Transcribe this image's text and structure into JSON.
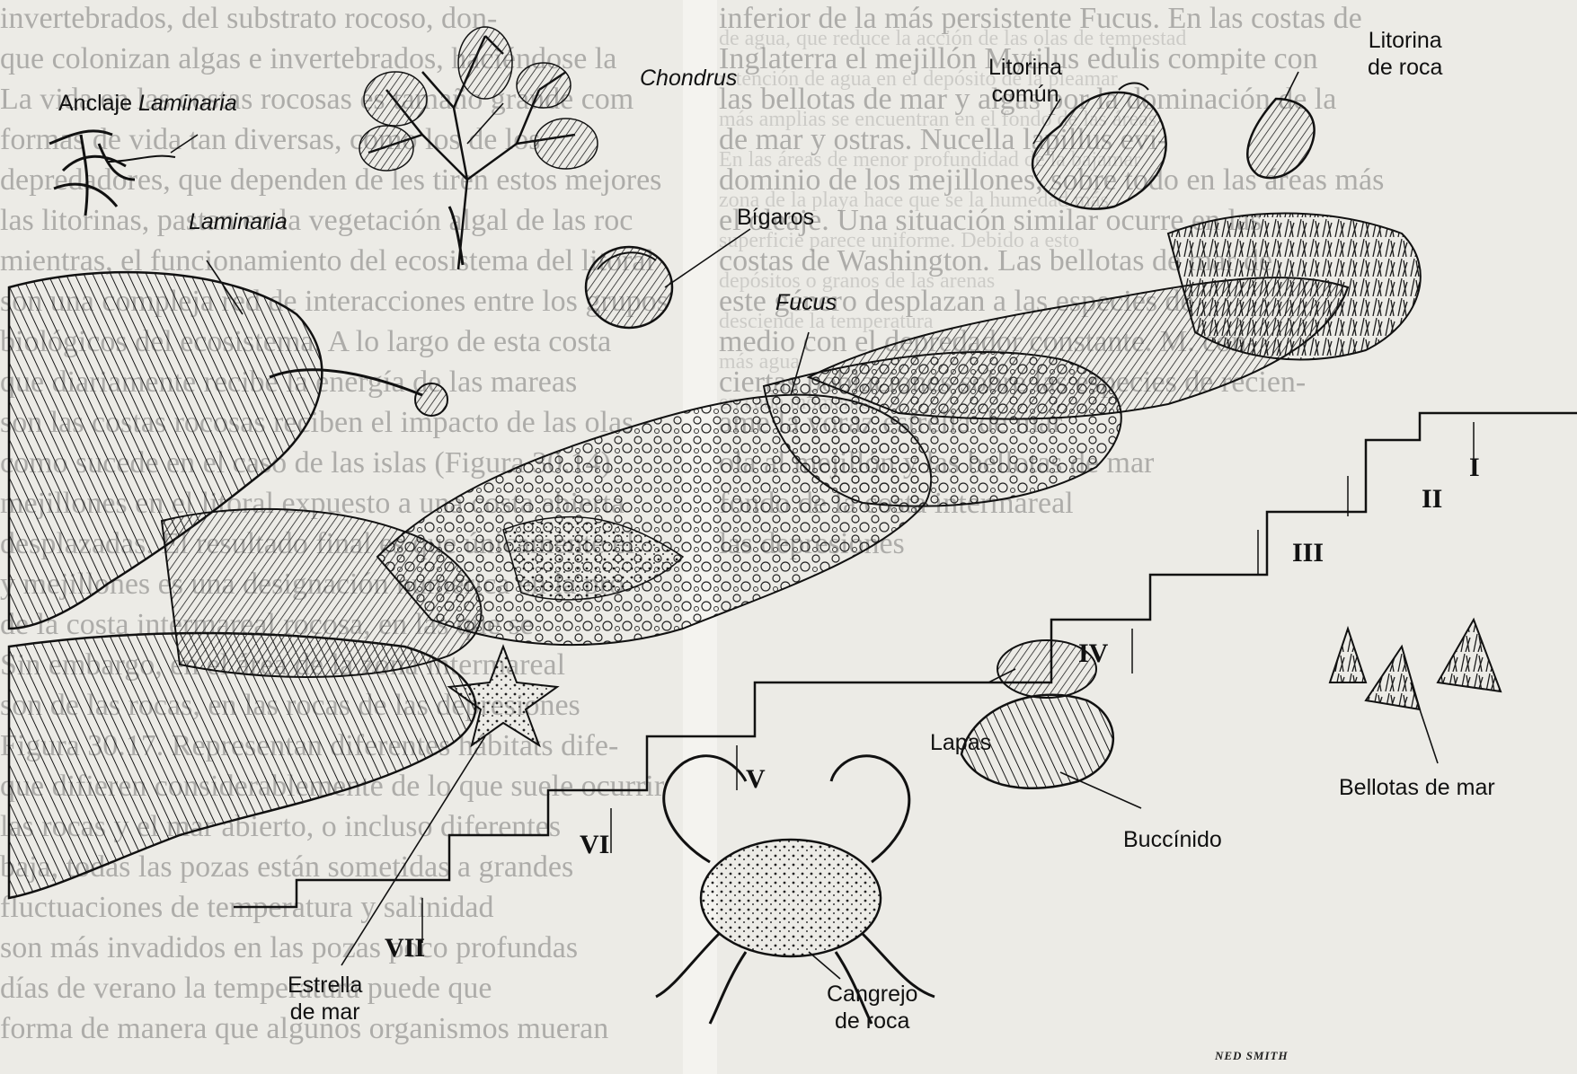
{
  "labels": {
    "anclaje": {
      "prefix": "Anclaje ",
      "genus": "Laminaria"
    },
    "laminaria": "Laminaria",
    "chondrus": "Chondrus",
    "bigaros": "Bígaros",
    "fucus": "Fucus",
    "litorina_comun": [
      "Litorina",
      "común"
    ],
    "litorina_roca": [
      "Litorina",
      "de roca"
    ],
    "lapas": "Lapas",
    "bellotas": "Bellotas de mar",
    "buccinido": "Buccínido",
    "estrella": [
      "Estrella",
      "de mar"
    ],
    "cangrejo": [
      "Cangrejo",
      "de roca"
    ]
  },
  "zones": [
    "I",
    "II",
    "III",
    "IV",
    "V",
    "VI",
    "VII"
  ],
  "signature": "NED SMITH",
  "background_text": {
    "col1": [
      "invertebrados, del substrato rocoso, don-",
      "que colonizan algas e invertebrados, haciéndose la",
      "La vida en las costas rocosas es tamaño grande com",
      "formas de vida tan diversas, como los de los",
      "depredadores, que dependen de les tiren estos mejores",
      "las litorinas, pastan en la vegetación algal de las roc",
      "mientras, el funcionamiento del ecosistema del litoral",
      "son una compleja red de interacciones entre los grupos",
      "biológicos del ecosistema. A lo largo de esta costa",
      "que diariamente recibe la energía de las mareas",
      "son las costas rocosas reciben el impacto de las olas",
      "como sucede en el caso de las islas (Figura 30.14)",
      "mejillones en el litoral expuesto a una costa abierta",
      "desplazadas. El resultado final es que únicamente el",
      "y mejillones es una designación numérica en la pro",
      "de la costa intermareal rocosa, en las que se",
      "Sin embargo, en el área de la zona intermareal",
      "son de las rocas, en las rocas de las depresiones",
      "Figura 30.17. Representan diferentes hábitats dife-",
      "que difieren considerablemente de lo que suele ocurrir",
      "las rocas y el mar abierto, o incluso diferentes",
      "baja, todas las pozas están sometidas a grandes",
      "fluctuaciones de temperatura y salinidad",
      "son más invadidos en las pozas poco profundas",
      "días de verano la temperatura puede que",
      "forma de manera que algunos organismos mueran"
    ],
    "col2": [
      "inferior de la más persistente Fucus. En las costas de",
      "Inglaterra el mejillón Mytilus edulis compite con",
      "las bellotas de mar y algas por la dominación de la",
      "de mar y ostras. Nucella lapillus evi-",
      "dominio de los mejillones, sobre todo en las áreas más",
      "el oleaje. Una situación similar ocurre en las",
      "costas de Washington. Las bellotas de mar de",
      "este género desplazan a las especies de",
      "medio con el depredador constante. M. con-",
      "ciertas poblaciones sobre las especies de recien-",
      "ame la voraz estrella de mar",
      "ola al mejillón y las bellotas de mar",
      "fondo de la costa intermareal",
      "las depresiones"
    ],
    "col3": [
      "de agua, que reduce la acción de las olas de tempestad",
      "retención de agua en el depósito de la pleamar",
      "más amplias se encuentran en el fondo de las áreas",
      "En las áreas de menor profundidad de la bajamar",
      "zona de la playa hace que se la humedad más",
      "superficie parece uniforme. Debido a esto",
      "depósitos o granos de las arenas",
      "desciende la temperatura",
      "más agua",
      "en cada momento"
    ]
  }
}
